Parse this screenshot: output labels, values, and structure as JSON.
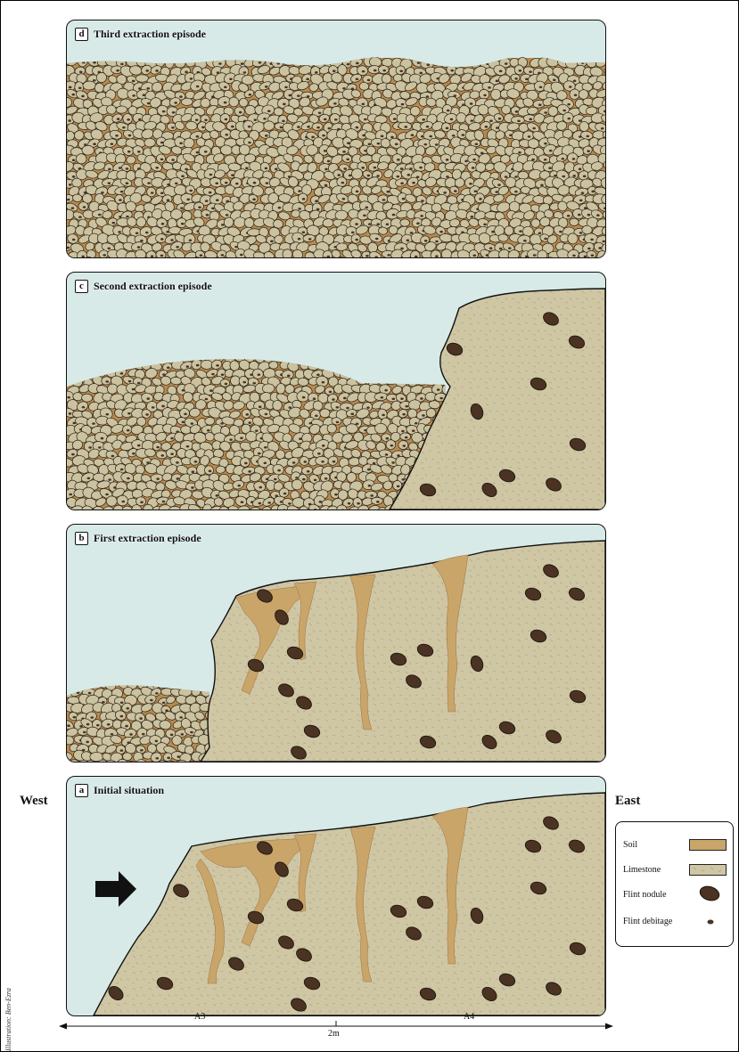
{
  "panels": [
    {
      "letter": "d",
      "title": "Third extraction episode"
    },
    {
      "letter": "c",
      "title": "Second extraction episode"
    },
    {
      "letter": "b",
      "title": "First extraction episode"
    },
    {
      "letter": "a",
      "title": "Initial situation"
    }
  ],
  "directions": {
    "west": "West",
    "east": "East"
  },
  "legend": {
    "soil": "Soil",
    "limestone": "Limestone",
    "flint_nodule": "Flint nodule",
    "flint_debitage": "Flint debitage"
  },
  "scale": {
    "left_section": "A3",
    "right_section": "A4",
    "length": "2m"
  },
  "credit": "Illustration: Ben-Ezra",
  "colors": {
    "sky": "#d7eae8",
    "soil": "#c9a56a",
    "limestone": "#cfc6a4",
    "flint": "#4a3322",
    "rubble_stone": "#cbc2a0"
  }
}
